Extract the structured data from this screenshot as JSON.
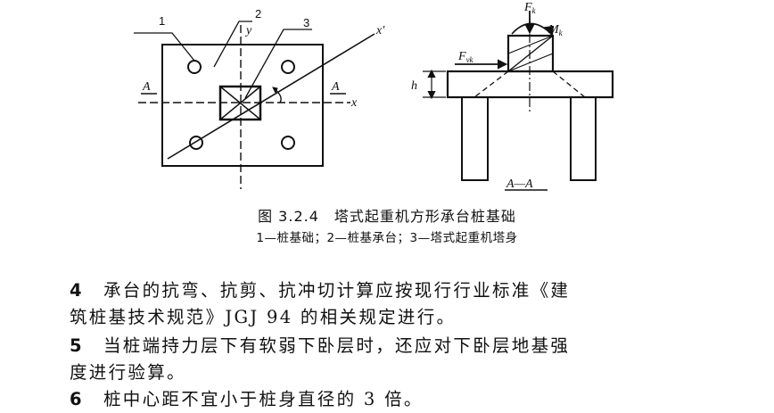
{
  "figure": {
    "plan": {
      "callouts": [
        "1",
        "2",
        "3"
      ],
      "axis_y": "y",
      "axis_x": "x",
      "axis_x_prime": "x′",
      "section_mark": "A"
    },
    "section": {
      "force_vertical": "F",
      "force_vertical_sub": "k",
      "moment": "M",
      "moment_sub": "k",
      "force_horizontal": "F",
      "force_horizontal_sub": "vk",
      "height": "h",
      "section_label": "A—A"
    }
  },
  "caption": {
    "title": "图 3.2.4　塔式起重机方形承台桩基础",
    "legend": "1—桩基础；2—桩基承台；3—塔式起重机塔身"
  },
  "items": [
    {
      "num": "4",
      "line1": "承台的抗弯、抗剪、抗冲切计算应按现行行业标准《建",
      "line2": "筑桩基技术规范》JGJ 94 的相关规定进行。"
    },
    {
      "num": "5",
      "line1": "当桩端持力层下有软弱下卧层时，还应对下卧层地基强",
      "line2": "度进行验算。"
    },
    {
      "num": "6",
      "line1": "桩中心距不宜小于桩身直径的 3 倍。"
    }
  ]
}
